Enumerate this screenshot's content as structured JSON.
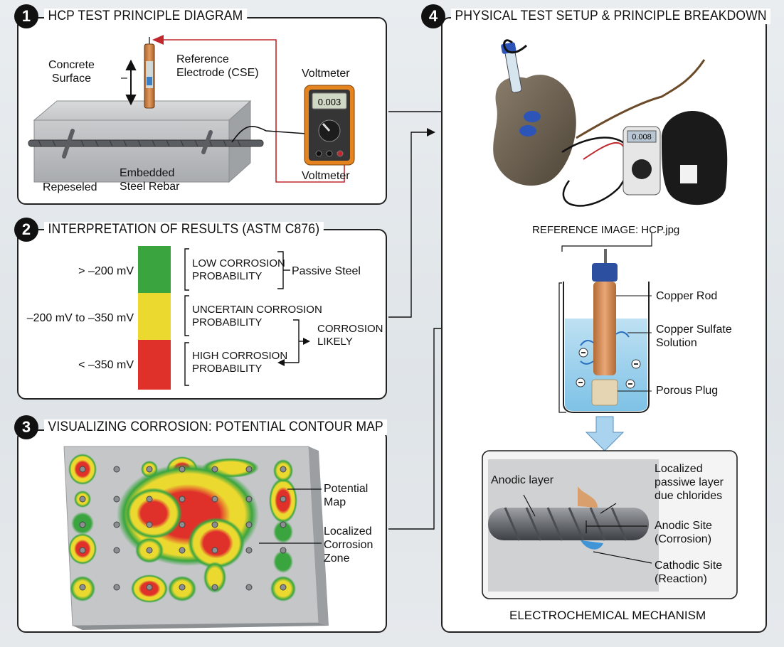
{
  "panel1": {
    "number": "1",
    "title": "HCP TEST PRINCIPLE DIAGRAM",
    "concrete_surface": [
      "Concrete",
      "Surface"
    ],
    "reference_electrode": [
      "Reference",
      "Electrode (CSE)"
    ],
    "voltmeter_top": "Voltmeter",
    "voltmeter_bottom": "Voltmeter",
    "meter_reading": "0.003",
    "repeseled": "Repeseled",
    "embedded_rebar": [
      "Embedded",
      "Steel Rebar"
    ],
    "dash": "–"
  },
  "panel2": {
    "number": "2",
    "title": "INTERPRETATION OF RESULTS (ASTM C876)",
    "ranges": [
      {
        "label": "> –200 mV",
        "color": "#3aa53f",
        "desc": [
          "LOW CORROSION",
          "PROBABILITY"
        ]
      },
      {
        "label": "–200 mV to –350 mV",
        "color": "#ecd930",
        "desc": [
          "UNCERTAIN CORROSION",
          "PROBABILITY"
        ]
      },
      {
        "label": "< –350 mV",
        "color": "#e0302a",
        "desc": [
          "HIGH CORROSION",
          "PROBABILITY"
        ]
      }
    ],
    "passive_steel": "Passive Steel",
    "corrosion_likely": [
      "CORROSION",
      "LIKELY"
    ]
  },
  "panel3": {
    "number": "3",
    "title": "VISUALIZING CORROSION: POTENTIAL CONTOUR MAP",
    "potential_map": [
      "Potential",
      "Map"
    ],
    "localized_zone": [
      "Localized",
      "Corrosion",
      "Zone"
    ]
  },
  "panel4": {
    "number": "4",
    "title": "PHYSICAL TEST SETUP & PRINCIPLE BREAKDOWN",
    "reference_image": "REFERENCE IMAGE: HCP.jpg",
    "copper_rod": "Copper Rod",
    "copper_sulfate": [
      "Copper Sulfate",
      "Solution"
    ],
    "porous_plug": "Porous Plug",
    "anodic_layer": "Anodic layer",
    "localized_passive": [
      "Localized",
      "passiwe layer",
      "due chlorides"
    ],
    "anodic_site": [
      "Anodic Site",
      "(Corrosion)"
    ],
    "cathodic_site": [
      "Cathodic Site",
      "(Reaction)"
    ],
    "mechanism": "ELECTROCHEMICAL MECHANISM",
    "meter_text": "0.008"
  },
  "colors": {
    "green": "#3aa53f",
    "yellow": "#ecd930",
    "red": "#e0302a",
    "frame": "#222222",
    "arrow": "#c0282d"
  }
}
